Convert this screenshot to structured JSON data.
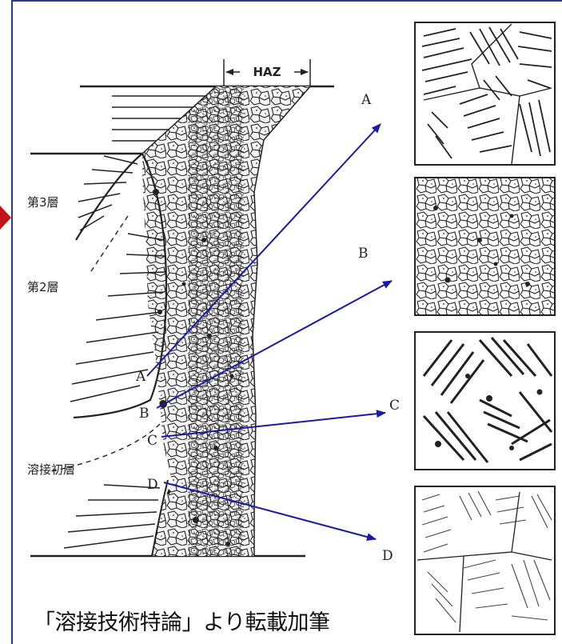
{
  "labels": {
    "haz": "HAZ",
    "layer3": "第3層",
    "layer2": "第2層",
    "layer1": "溶接初層",
    "points": [
      "A",
      "B",
      "C",
      "D"
    ],
    "micro_labels": [
      "A",
      "B",
      "C",
      "D"
    ]
  },
  "caption": "「溶接技術特論」より転載加筆",
  "colors": {
    "arrow": "#1a1aa8",
    "frame": "#2c3c8c",
    "marker": "#c0161b",
    "ink": "#222222"
  },
  "microstructures": [
    {
      "id": "A",
      "type": "coarse-acicular"
    },
    {
      "id": "B",
      "type": "fine-equiaxed-grains"
    },
    {
      "id": "C",
      "type": "coarse-lath-martensite"
    },
    {
      "id": "D",
      "type": "fine-acicular"
    }
  ]
}
